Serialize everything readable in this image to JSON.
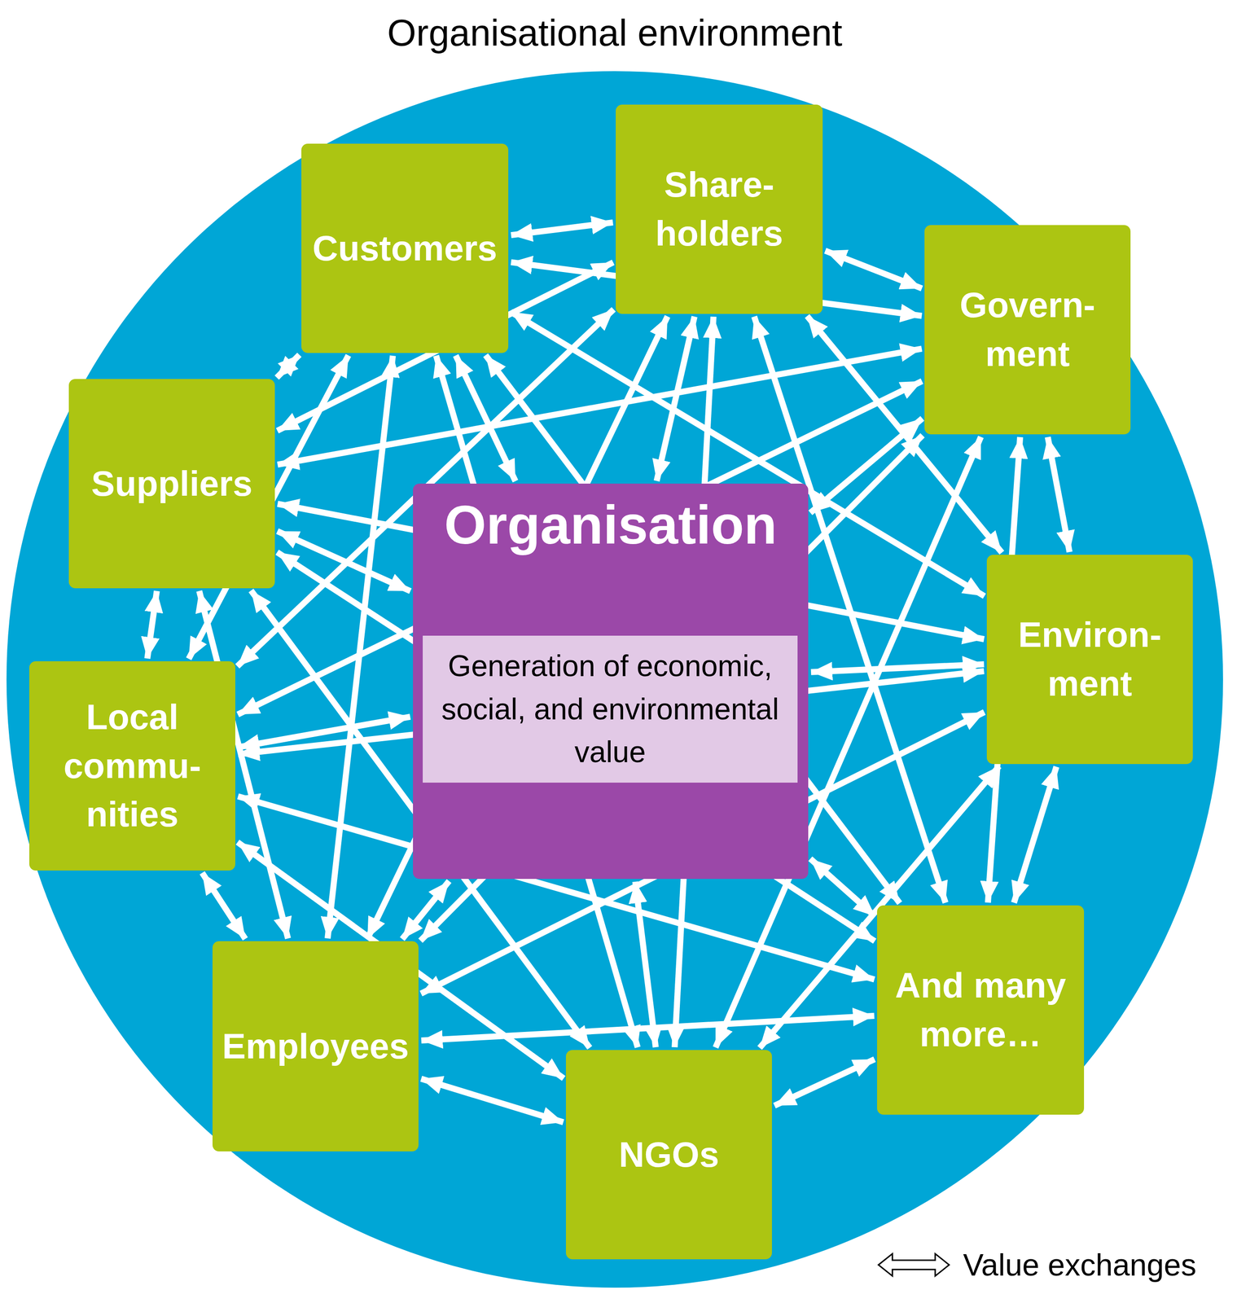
{
  "diagram": {
    "nodes": [
      {
        "text": [
          "Organisational environment"
        ]
      },
      {
        "text": [
          "Customers"
        ],
        "in": 0
      },
      {
        "text": [
          "Share- holders"
        ],
        "in": 0
      },
      {
        "text": [
          "Govern- ment"
        ],
        "in": 0
      },
      {
        "text": [
          "Suppliers"
        ],
        "in": 0
      },
      {
        "text": [
          "Organisation"
        ],
        "in": 0
      },
      {
        "text": [
          "Generation of economic, social, and environmental value"
        ],
        "in": 5
      },
      {
        "text": [
          "Environ- ment"
        ],
        "in": 0
      },
      {
        "text": [
          "Local commu- nities"
        ],
        "in": 0
      },
      {
        "text": [
          "Employees"
        ],
        "in": 0
      },
      {
        "text": [
          "NGOs"
        ],
        "in": 0
      },
      {
        "text": [
          "And many more…"
        ],
        "in": 0
      }
    ],
    "edges": [
      {
        "from": 1,
        "to": 2,
        "arrow": "both"
      },
      {
        "from": 1,
        "to": 3,
        "arrow": "both"
      },
      {
        "from": 1,
        "to": 4,
        "arrow": "both"
      },
      {
        "from": 1,
        "to": 5,
        "arrow": "both"
      },
      {
        "from": 1,
        "to": 7,
        "arrow": "both"
      },
      {
        "from": 1,
        "to": 8,
        "arrow": "both"
      },
      {
        "from": 1,
        "to": 9,
        "arrow": "both"
      },
      {
        "from": 1,
        "to": 10,
        "arrow": "both"
      },
      {
        "from": 1,
        "to": 11,
        "arrow": "both"
      },
      {
        "from": 2,
        "to": 3,
        "arrow": "both"
      },
      {
        "from": 2,
        "to": 4,
        "arrow": "both"
      },
      {
        "from": 2,
        "to": 5,
        "arrow": "both"
      },
      {
        "from": 2,
        "to": 7,
        "arrow": "both"
      },
      {
        "from": 2,
        "to": 8,
        "arrow": "both"
      },
      {
        "from": 2,
        "to": 9,
        "arrow": "both"
      },
      {
        "from": 2,
        "to": 10,
        "arrow": "both"
      },
      {
        "from": 2,
        "to": 11,
        "arrow": "both"
      },
      {
        "from": 3,
        "to": 4,
        "arrow": "both"
      },
      {
        "from": 3,
        "to": 5,
        "arrow": "both"
      },
      {
        "from": 3,
        "to": 7,
        "arrow": "both"
      },
      {
        "from": 3,
        "to": 8,
        "arrow": "both"
      },
      {
        "from": 3,
        "to": 9,
        "arrow": "both"
      },
      {
        "from": 3,
        "to": 10,
        "arrow": "both"
      },
      {
        "from": 3,
        "to": 11,
        "arrow": "both"
      },
      {
        "from": 4,
        "to": 5,
        "arrow": "both"
      },
      {
        "from": 4,
        "to": 7,
        "arrow": "both"
      },
      {
        "from": 4,
        "to": 8,
        "arrow": "both"
      },
      {
        "from": 4,
        "to": 9,
        "arrow": "both"
      },
      {
        "from": 4,
        "to": 10,
        "arrow": "both"
      },
      {
        "from": 4,
        "to": 11,
        "arrow": "both"
      },
      {
        "from": 5,
        "to": 7,
        "arrow": "both"
      },
      {
        "from": 5,
        "to": 8,
        "arrow": "both"
      },
      {
        "from": 5,
        "to": 9,
        "arrow": "both"
      },
      {
        "from": 5,
        "to": 10,
        "arrow": "both"
      },
      {
        "from": 5,
        "to": 11,
        "arrow": "both"
      },
      {
        "from": 7,
        "to": 8,
        "arrow": "both"
      },
      {
        "from": 7,
        "to": 9,
        "arrow": "both"
      },
      {
        "from": 7,
        "to": 10,
        "arrow": "both"
      },
      {
        "from": 7,
        "to": 11,
        "arrow": "both"
      },
      {
        "from": 8,
        "to": 9,
        "arrow": "both"
      },
      {
        "from": 8,
        "to": 10,
        "arrow": "both"
      },
      {
        "from": 8,
        "to": 11,
        "arrow": "both"
      },
      {
        "from": 9,
        "to": 10,
        "arrow": "both"
      },
      {
        "from": 9,
        "to": 11,
        "arrow": "both"
      },
      {
        "from": 10,
        "to": 11,
        "arrow": "both"
      }
    ],
    "legend": [
      {
        "text": "Value exchanges"
      }
    ]
  }
}
